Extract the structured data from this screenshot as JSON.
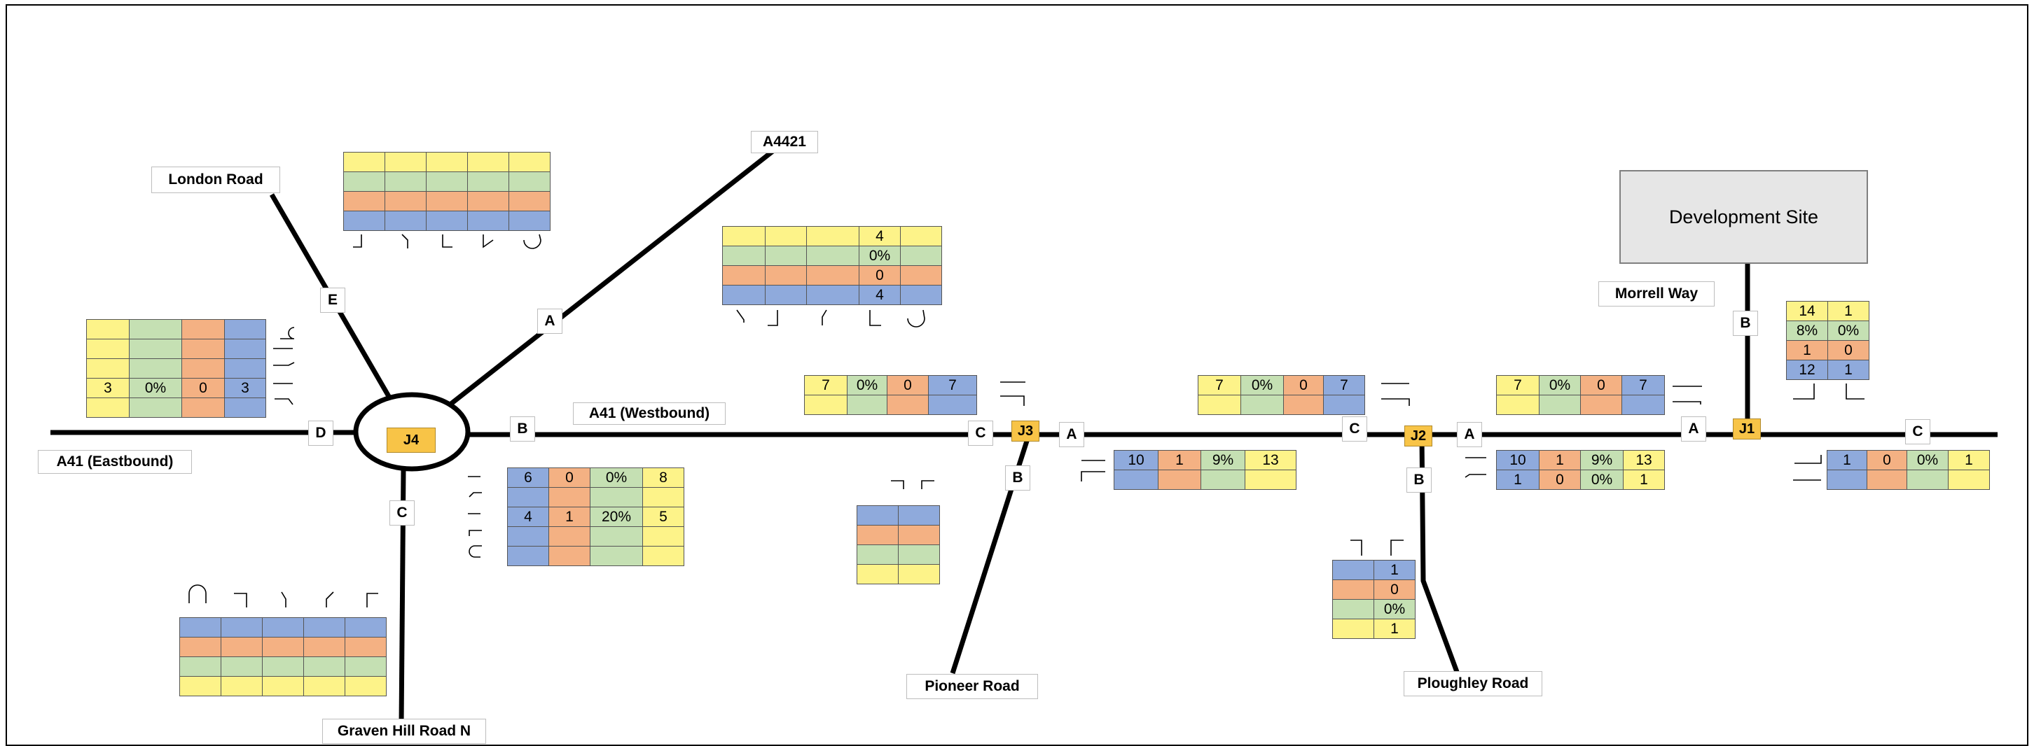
{
  "colors": {
    "yellow": "#fdf389",
    "green": "#c5e0b3",
    "orange": "#f4b183",
    "blue": "#8faadc",
    "junction": "#f8c447",
    "road": "#000000"
  },
  "roads": {
    "a41_eastbound": "A41 (Eastbound)",
    "a41_westbound": "A41 (Westbound)",
    "london_road": "London Road",
    "a4421": "A4421",
    "graven_hill_road_n": "Graven Hill Road N",
    "pioneer_road": "Pioneer Road",
    "ploughley_road": "Ploughley Road",
    "morrell_way": "Morrell Way",
    "development_site": "Development Site"
  },
  "junctions": {
    "j1": "J1",
    "j2": "J2",
    "j3": "J3",
    "j4": "J4"
  },
  "arm_letters": {
    "a": "A",
    "b": "B",
    "c": "C",
    "d": "D",
    "e": "E"
  },
  "tables": [
    {
      "id": "j4-arm-e",
      "rows": [
        [
          "y",
          "y",
          "y",
          "y",
          "y"
        ],
        [
          "g",
          "g",
          "g",
          "g",
          "g"
        ],
        [
          "o",
          "o",
          "o",
          "o",
          "o"
        ],
        [
          "b",
          "b",
          "b",
          "b",
          "b"
        ]
      ],
      "values": [
        [
          "",
          "",
          "",
          "",
          ""
        ],
        [
          "",
          "",
          "",
          "",
          ""
        ],
        [
          "",
          "",
          "",
          "",
          ""
        ],
        [
          "",
          "",
          "",
          "",
          ""
        ]
      ]
    },
    {
      "id": "j4-arm-a",
      "rows": [
        [
          "y",
          "y",
          "y",
          "y",
          "y"
        ],
        [
          "g",
          "g",
          "g",
          "g",
          "g"
        ],
        [
          "o",
          "o",
          "o",
          "o",
          "o"
        ],
        [
          "b",
          "b",
          "b",
          "b",
          "b"
        ]
      ],
      "values": [
        [
          "",
          "",
          "",
          "4",
          ""
        ],
        [
          "",
          "",
          "",
          "0%",
          ""
        ],
        [
          "",
          "",
          "",
          "0",
          ""
        ],
        [
          "",
          "",
          "",
          "4",
          ""
        ]
      ]
    },
    {
      "id": "j4-arm-d",
      "rows": [
        [
          "y",
          "g",
          "o",
          "b"
        ],
        [
          "y",
          "g",
          "o",
          "b"
        ],
        [
          "y",
          "g",
          "o",
          "b"
        ],
        [
          "y",
          "g",
          "o",
          "b"
        ],
        [
          "y",
          "g",
          "o",
          "b"
        ]
      ],
      "values": [
        [
          "",
          "",
          "",
          ""
        ],
        [
          "",
          "",
          "",
          ""
        ],
        [
          "",
          "",
          "",
          ""
        ],
        [
          "3",
          "0%",
          "0",
          "3"
        ],
        [
          "",
          "",
          "",
          ""
        ]
      ]
    },
    {
      "id": "j4-arm-b",
      "rows": [
        [
          "b",
          "o",
          "g",
          "y"
        ],
        [
          "b",
          "o",
          "g",
          "y"
        ],
        [
          "b",
          "o",
          "g",
          "y"
        ],
        [
          "b",
          "o",
          "g",
          "y"
        ],
        [
          "b",
          "o",
          "g",
          "y"
        ]
      ],
      "values": [
        [
          "6",
          "0",
          "0%",
          "8"
        ],
        [
          "",
          "",
          "",
          ""
        ],
        [
          "4",
          "1",
          "20%",
          "5"
        ],
        [
          "",
          "",
          "",
          ""
        ],
        [
          "",
          "",
          "",
          ""
        ]
      ]
    },
    {
      "id": "j4-arm-c",
      "rows": [
        [
          "b",
          "b",
          "b",
          "b",
          "b"
        ],
        [
          "o",
          "o",
          "o",
          "o",
          "o"
        ],
        [
          "g",
          "g",
          "g",
          "g",
          "g"
        ],
        [
          "y",
          "y",
          "y",
          "y",
          "y"
        ]
      ],
      "values": [
        [
          "",
          "",
          "",
          "",
          ""
        ],
        [
          "",
          "",
          "",
          "",
          ""
        ],
        [
          "",
          "",
          "",
          "",
          ""
        ],
        [
          "",
          "",
          "",
          "",
          ""
        ]
      ]
    },
    {
      "id": "j3-arm-c",
      "rows": [
        [
          "y",
          "g",
          "o",
          "b"
        ],
        [
          "y",
          "g",
          "o",
          "b"
        ]
      ],
      "values": [
        [
          "7",
          "0%",
          "0",
          "7"
        ],
        [
          "",
          "",
          "",
          ""
        ]
      ]
    },
    {
      "id": "j3-arm-b",
      "rows": [
        [
          "b",
          "b"
        ],
        [
          "o",
          "o"
        ],
        [
          "g",
          "g"
        ],
        [
          "y",
          "y"
        ]
      ],
      "values": [
        [
          "",
          ""
        ],
        [
          "",
          ""
        ],
        [
          "",
          ""
        ],
        [
          "",
          ""
        ]
      ]
    },
    {
      "id": "j3-arm-a",
      "rows": [
        [
          "b",
          "o",
          "g",
          "y"
        ],
        [
          "b",
          "o",
          "g",
          "y"
        ]
      ],
      "values": [
        [
          "10",
          "1",
          "9%",
          "13"
        ],
        [
          "",
          "",
          "",
          ""
        ]
      ]
    },
    {
      "id": "j2-arm-c",
      "rows": [
        [
          "y",
          "g",
          "o",
          "b"
        ],
        [
          "y",
          "g",
          "o",
          "b"
        ]
      ],
      "values": [
        [
          "7",
          "0%",
          "0",
          "7"
        ],
        [
          "",
          "",
          "",
          ""
        ]
      ]
    },
    {
      "id": "j2-arm-b",
      "rows": [
        [
          "b",
          "b"
        ],
        [
          "o",
          "o"
        ],
        [
          "g",
          "g"
        ],
        [
          "y",
          "y"
        ]
      ],
      "values": [
        [
          "",
          "1"
        ],
        [
          "",
          "0"
        ],
        [
          "",
          "0%"
        ],
        [
          "",
          "1"
        ]
      ]
    },
    {
      "id": "j2-arm-a",
      "rows": [
        [
          "b",
          "o",
          "g",
          "y"
        ],
        [
          "b",
          "o",
          "g",
          "y"
        ]
      ],
      "values": [
        [
          "10",
          "1",
          "9%",
          "13"
        ],
        [
          "1",
          "0",
          "0%",
          "1"
        ]
      ]
    },
    {
      "id": "j1-arm-a",
      "rows": [
        [
          "y",
          "g",
          "o",
          "b"
        ],
        [
          "y",
          "g",
          "o",
          "b"
        ]
      ],
      "values": [
        [
          "7",
          "0%",
          "0",
          "7"
        ],
        [
          "",
          "",
          "",
          ""
        ]
      ]
    },
    {
      "id": "j1-arm-b",
      "rows": [
        [
          "y",
          "y"
        ],
        [
          "g",
          "g"
        ],
        [
          "o",
          "o"
        ],
        [
          "b",
          "b"
        ]
      ],
      "values": [
        [
          "14",
          "1"
        ],
        [
          "8%",
          "0%"
        ],
        [
          "1",
          "0"
        ],
        [
          "12",
          "1"
        ]
      ]
    },
    {
      "id": "j1-arm-c",
      "rows": [
        [
          "b",
          "o",
          "g",
          "y"
        ],
        [
          "b",
          "o",
          "g",
          "y"
        ]
      ],
      "values": [
        [
          "1",
          "0",
          "0%",
          "1"
        ],
        [
          "",
          "",
          "",
          ""
        ]
      ]
    }
  ]
}
